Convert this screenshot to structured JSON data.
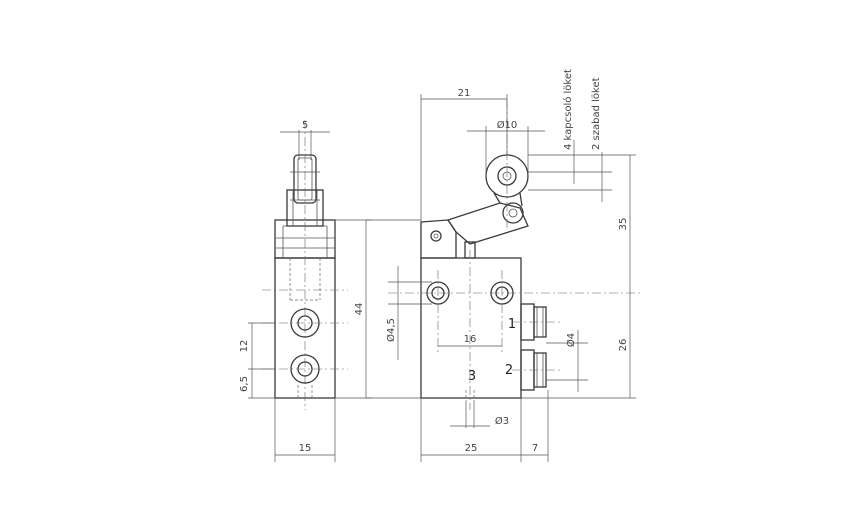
{
  "side_view": {
    "dim_width_top": "5",
    "dim_height_total": "44",
    "dim_spacing": "12",
    "dim_bottom": "6,5",
    "dim_width_bottom": "15"
  },
  "front_view": {
    "dim_lever_x": "21",
    "dim_roller_diameter": "Ø10",
    "dim_switch_stroke": "4  kapcsoló löket",
    "dim_free_stroke": "2  szabad löket",
    "dim_height_upper": "35",
    "dim_hole_diameter": "Ø4,5",
    "dim_hole_spacing": "16",
    "dim_tube_diameter": "Ø4",
    "dim_height_lower": "26",
    "dim_bottom_hole": "Ø3",
    "dim_body_width": "25",
    "dim_fitting_width": "7",
    "port_1": "1",
    "port_2": "2",
    "port_3": "3"
  }
}
